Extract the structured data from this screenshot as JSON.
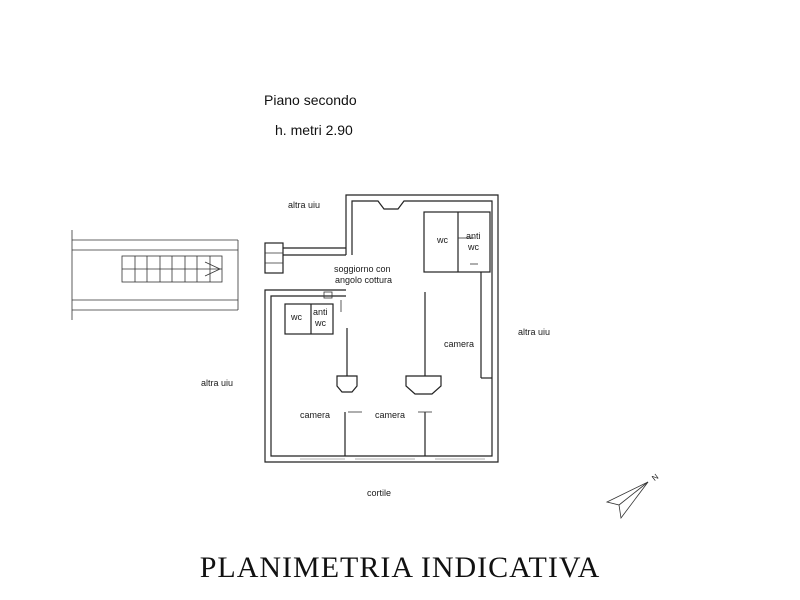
{
  "header": {
    "floor": "Piano secondo",
    "height": "h. metri 2.90"
  },
  "rooms": {
    "soggiorno_line1": "soggiorno con",
    "soggiorno_line2": "angolo cottura",
    "wc_top": "wc",
    "anti_top": "anti",
    "antiwc_top": "wc",
    "wc_left": "wc",
    "anti_left": "anti",
    "antiwc_left": "wc",
    "camera_right": "camera",
    "camera_left": "camera",
    "camera_center": "camera"
  },
  "surroundings": {
    "altra_top": "altra uiu",
    "altra_right": "altra uiu",
    "altra_left": "altra uiu",
    "cortile": "cortile"
  },
  "compass": {
    "label": "N"
  },
  "footer": {
    "title": "PLANIMETRIA INDICATIVA"
  },
  "colors": {
    "line": "#222222",
    "background": "#ffffff"
  }
}
